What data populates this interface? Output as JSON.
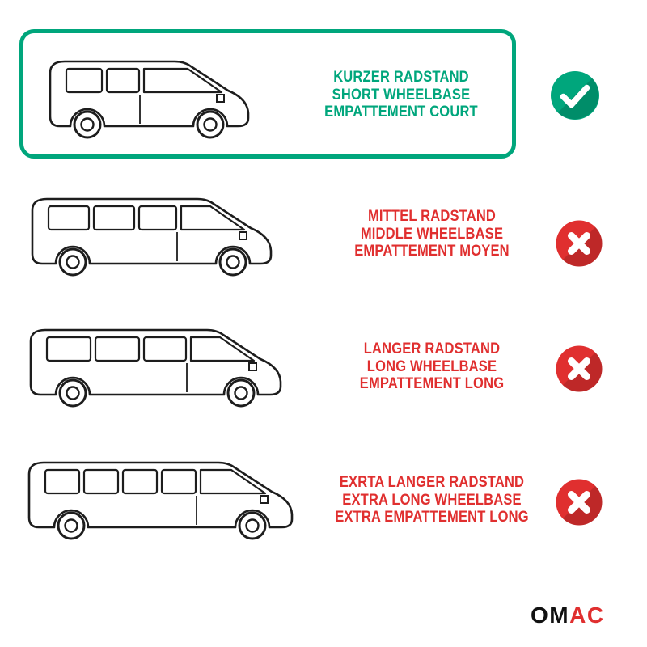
{
  "colors": {
    "green": "#00a67c",
    "red": "#e02f2f",
    "ink": "#1d1d1d",
    "logo-dark": "#111111"
  },
  "brand": {
    "name": "OMAC",
    "logo_black": "OM",
    "logo_red": "AC"
  },
  "options": [
    {
      "variant": "short",
      "compatible": true,
      "status_icon": "check-icon",
      "van_icon": "van-short-wheelbase",
      "lines": [
        "KURZER RADSTAND",
        "SHORT WHEELBASE",
        "EMPATTEMENT COURT"
      ]
    },
    {
      "variant": "middle",
      "compatible": false,
      "status_icon": "cross-icon",
      "van_icon": "van-middle-wheelbase",
      "lines": [
        "MITTEL RADSTAND",
        "MIDDLE WHEELBASE",
        "EMPATTEMENT MOYEN"
      ]
    },
    {
      "variant": "long",
      "compatible": false,
      "status_icon": "cross-icon",
      "van_icon": "van-long-wheelbase",
      "lines": [
        "LANGER RADSTAND",
        "LONG WHEELBASE",
        "EMPATTEMENT LONG"
      ]
    },
    {
      "variant": "extra-long",
      "compatible": false,
      "status_icon": "cross-icon",
      "van_icon": "van-extra-long-wheelbase",
      "lines": [
        "EXRTA LANGER RADSTAND",
        "EXTRA LONG WHEELBASE",
        "EXTRA EMPATTEMENT LONG"
      ]
    }
  ]
}
